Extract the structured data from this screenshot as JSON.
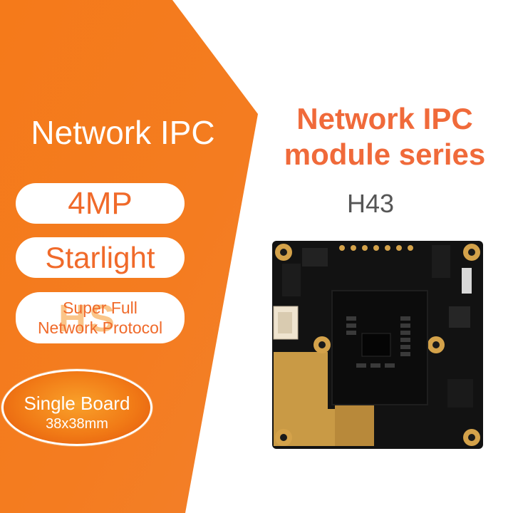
{
  "left_panel": {
    "title": "Network IPC",
    "resolution_label": "4MP",
    "feature_label": "Starlight",
    "protocol_line1": "Super Full",
    "protocol_line2": "Network Protocol",
    "watermark_logo": "HS"
  },
  "badge": {
    "line1": "Single Board",
    "line2": "38x38mm"
  },
  "right_panel": {
    "title_line1": "Network IPC",
    "title_line2": "module series",
    "model_label": "H43"
  },
  "colors": {
    "brand_orange": "#f47a1f",
    "title_orange": "#f06a3a",
    "model_gray": "#555555",
    "board_black": "#111111",
    "gold_pad": "#d4a24a"
  },
  "icons": {
    "product_image": "camera-pcb-module-icon"
  }
}
